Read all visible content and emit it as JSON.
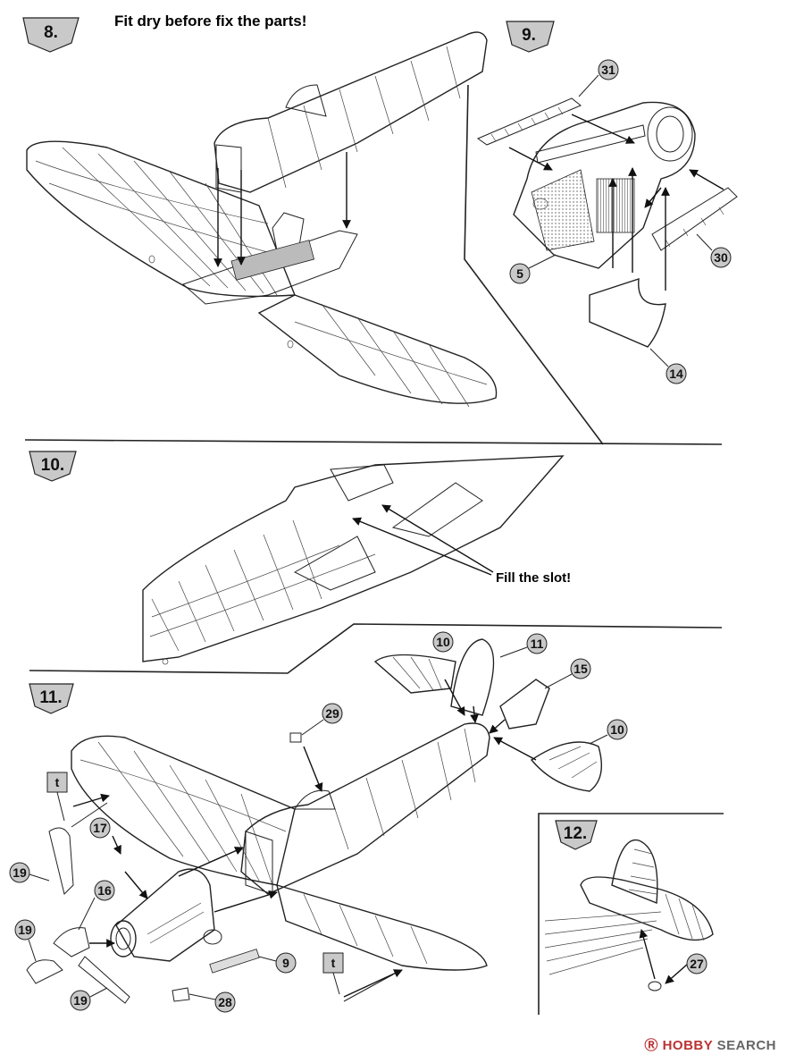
{
  "steps": {
    "s8": {
      "number": "8.",
      "note": "Fit dry before fix the parts!"
    },
    "s9": {
      "number": "9."
    },
    "s10": {
      "number": "10.",
      "note": "Fill the slot!"
    },
    "s11": {
      "number": "11."
    },
    "s12": {
      "number": "12."
    }
  },
  "parts": {
    "p5": "5",
    "p9": "9",
    "p10a": "10",
    "p10b": "10",
    "p11": "11",
    "p14": "14",
    "p15": "15",
    "p16": "16",
    "p17": "17",
    "p19a": "19",
    "p19b": "19",
    "p19c": "19",
    "p27": "27",
    "p28": "28",
    "p29": "29",
    "p30": "30",
    "p31": "31"
  },
  "tags": {
    "t1": "t",
    "t2": "t"
  },
  "watermark": {
    "mark": "Ⓡ HOBBY",
    "text": "SEARCH"
  }
}
